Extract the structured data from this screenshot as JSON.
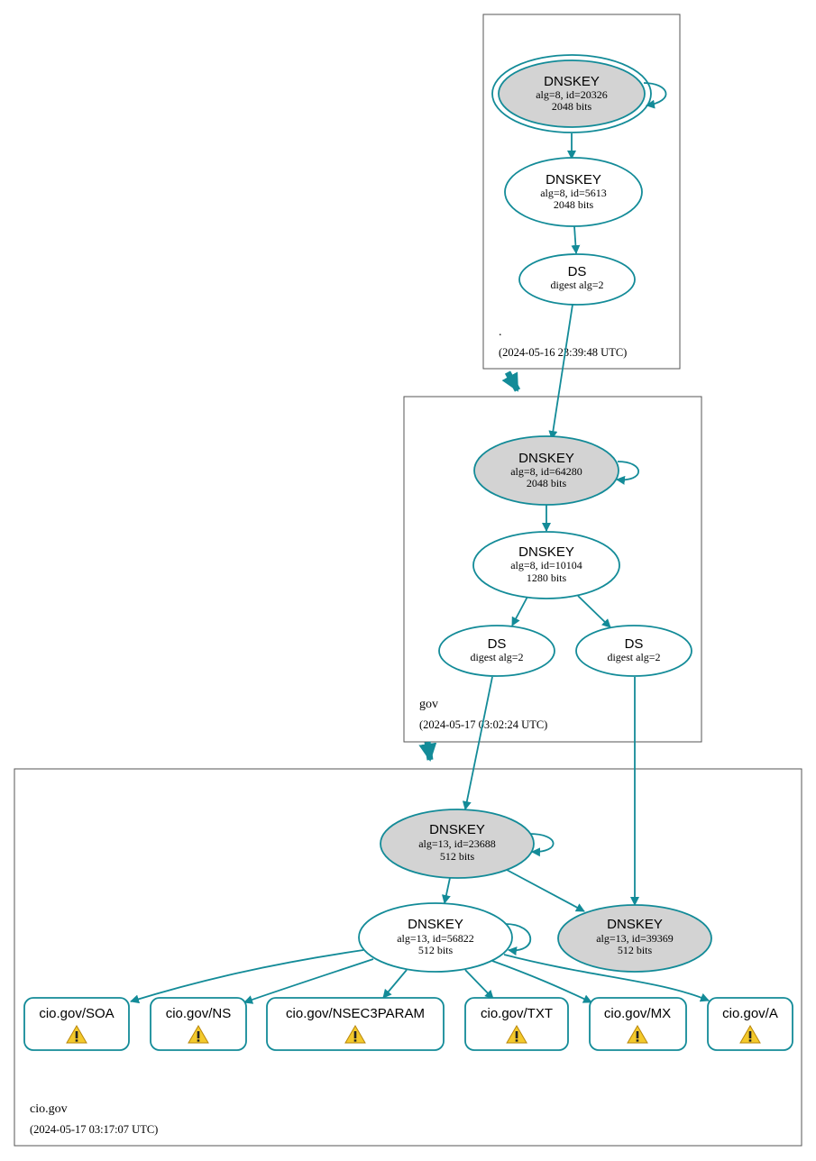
{
  "colors": {
    "edge": "#138b98",
    "ksk_fill": "#d3d3d3",
    "warning": "#f3c92b"
  },
  "zones": {
    "root": {
      "name": ".",
      "timestamp": "(2024-05-16 23:39:48 UTC)"
    },
    "gov": {
      "name": "gov",
      "timestamp": "(2024-05-17 03:02:24 UTC)"
    },
    "cio": {
      "name": "cio.gov",
      "timestamp": "(2024-05-17 03:17:07 UTC)"
    }
  },
  "nodes": {
    "root_ksk": {
      "title": "DNSKEY",
      "line1": "alg=8, id=20326",
      "line2": "2048 bits"
    },
    "root_zsk": {
      "title": "DNSKEY",
      "line1": "alg=8, id=5613",
      "line2": "2048 bits"
    },
    "root_ds": {
      "title": "DS",
      "line1": "digest alg=2"
    },
    "gov_ksk": {
      "title": "DNSKEY",
      "line1": "alg=8, id=64280",
      "line2": "2048 bits"
    },
    "gov_zsk": {
      "title": "DNSKEY",
      "line1": "alg=8, id=10104",
      "line2": "1280 bits"
    },
    "gov_ds1": {
      "title": "DS",
      "line1": "digest alg=2"
    },
    "gov_ds2": {
      "title": "DS",
      "line1": "digest alg=2"
    },
    "cio_ksk": {
      "title": "DNSKEY",
      "line1": "alg=13, id=23688",
      "line2": "512 bits"
    },
    "cio_zsk": {
      "title": "DNSKEY",
      "line1": "alg=13, id=56822",
      "line2": "512 bits"
    },
    "cio_ksk2": {
      "title": "DNSKEY",
      "line1": "alg=13, id=39369",
      "line2": "512 bits"
    }
  },
  "rrsets": [
    {
      "label": "cio.gov/SOA",
      "icon": "warning-icon"
    },
    {
      "label": "cio.gov/NS",
      "icon": "warning-icon"
    },
    {
      "label": "cio.gov/NSEC3PARAM",
      "icon": "warning-icon"
    },
    {
      "label": "cio.gov/TXT",
      "icon": "warning-icon"
    },
    {
      "label": "cio.gov/MX",
      "icon": "warning-icon"
    },
    {
      "label": "cio.gov/A",
      "icon": "warning-icon"
    }
  ]
}
